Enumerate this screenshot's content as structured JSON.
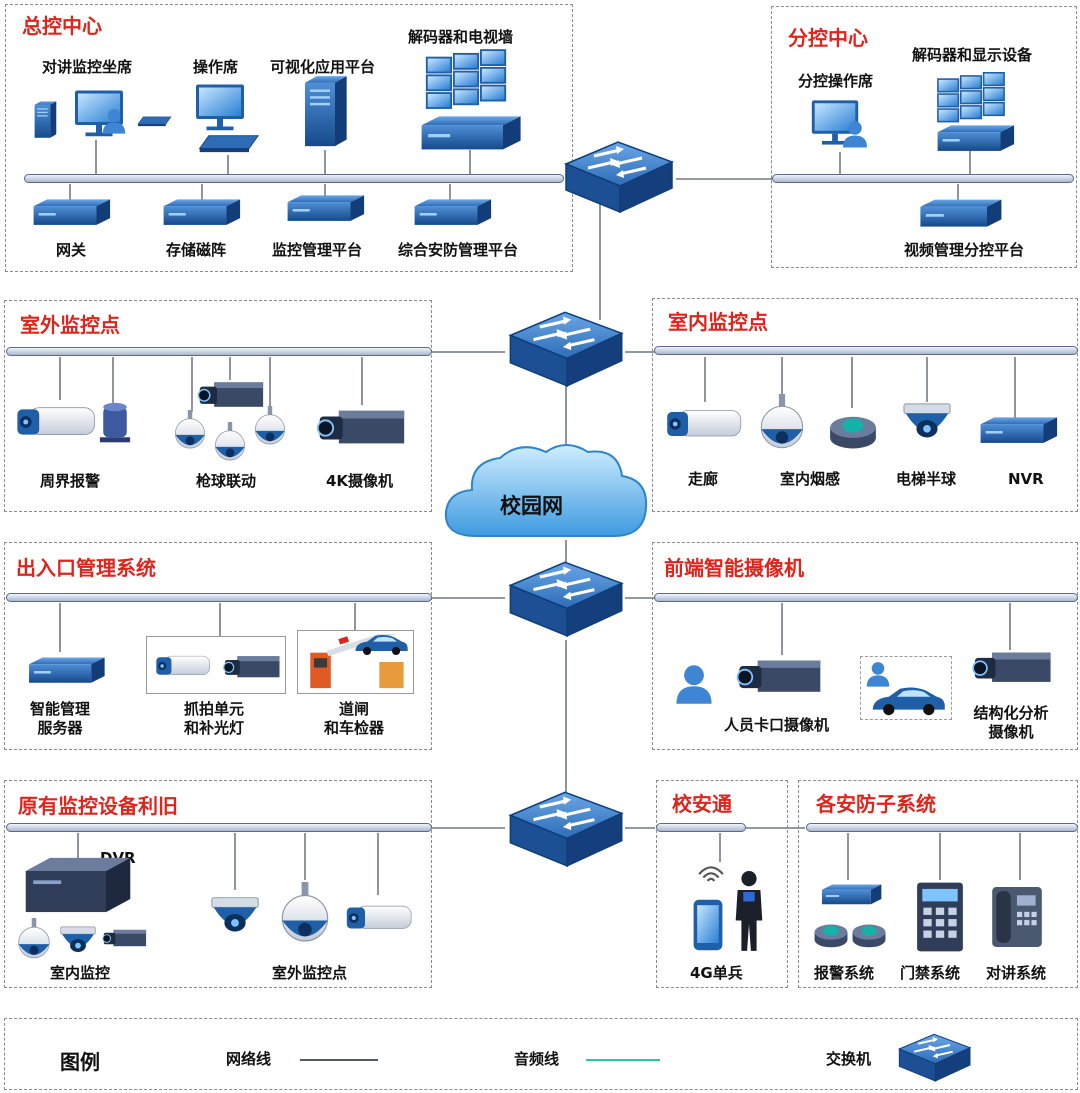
{
  "colors": {
    "title_red": "#e0241b",
    "device_blue": "#1f5fa8",
    "network_line": "#555b66",
    "audio_line": "#2ec7a5"
  },
  "master": {
    "title": "总控中心",
    "labels": {
      "intercom_seat": "对讲监控坐席",
      "operator_seat": "操作席",
      "viz_platform": "可视化应用平台",
      "decoder_wall": "解码器和电视墙",
      "gateway": "网关",
      "storage": "存储磁阵",
      "monitor_platform": "监控管理平台",
      "security_platform": "综合安防管理平台"
    }
  },
  "branch": {
    "title": "分控中心",
    "labels": {
      "decoder_display": "解码器和显示设备",
      "branch_operator": "分控操作席",
      "video_branch_platform": "视频管理分控平台"
    }
  },
  "outdoor": {
    "title": "室外监控点",
    "labels": {
      "perimeter": "周界报警",
      "gun_dome": "枪球联动",
      "cam_4k": "4K摄像机"
    }
  },
  "indoor": {
    "title": "室内监控点",
    "labels": {
      "corridor": "走廊",
      "smoke": "室内烟感",
      "elevator": "电梯半球",
      "nvr": "NVR"
    }
  },
  "cloud": {
    "label": "校园网"
  },
  "entrance": {
    "title": "出入口管理系统",
    "labels": {
      "mgmt_server": "智能管理\n服务器",
      "capture_unit": "抓拍单元\n和补光灯",
      "gate": "道闸\n和车检器"
    }
  },
  "smart": {
    "title": "前端智能摄像机",
    "labels": {
      "person_cam": "人员卡口摄像机",
      "struct_cam": "结构化分析\n摄像机"
    }
  },
  "legacy": {
    "title": "原有监控设备利旧",
    "labels": {
      "dvr": "DVR",
      "indoor_mon": "室内监控",
      "outdoor_mon": "室外监控点"
    }
  },
  "campus_safe": {
    "title": "校安通",
    "labels": {
      "soldier": "4G单兵"
    }
  },
  "subsystems": {
    "title": "各安防子系统",
    "labels": {
      "alarm": "报警系统",
      "access": "门禁系统",
      "intercom": "对讲系统"
    }
  },
  "legend": {
    "title": "图例",
    "network_line": "网络线",
    "audio_line": "音频线",
    "switch": "交换机"
  }
}
